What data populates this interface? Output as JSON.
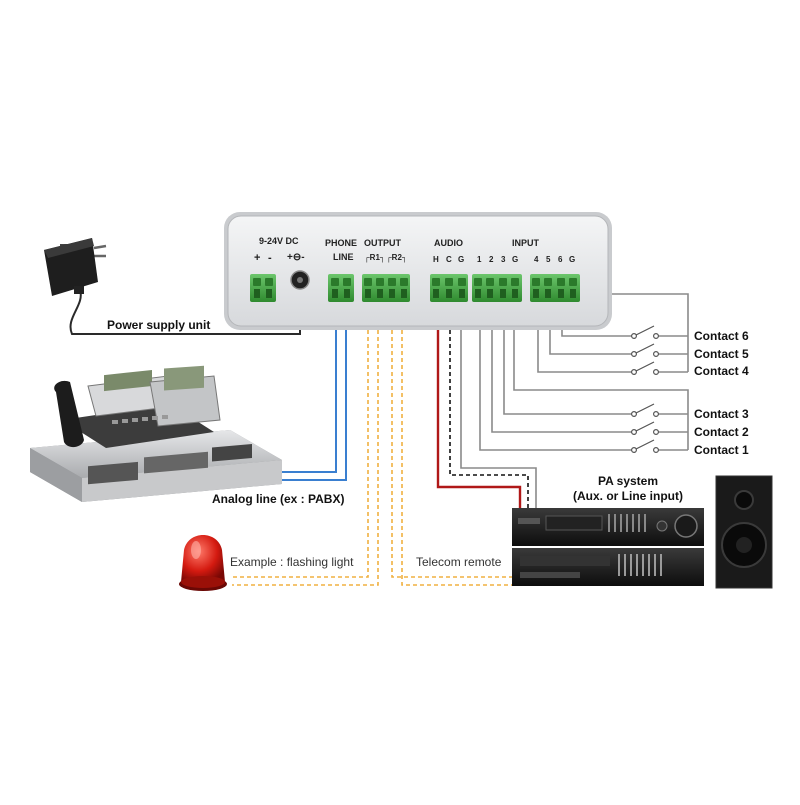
{
  "device": {
    "panel_labels": {
      "power": "9-24V DC",
      "power_plus": "+",
      "power_minus": "-",
      "jack": "+⊖-",
      "phone": "PHONE",
      "line": "LINE",
      "output": "OUTPUT",
      "r1": "┌R1┐",
      "r2": "┌R2┐",
      "audio": "AUDIO",
      "h": "H",
      "c": "C",
      "g1": "G",
      "input": "INPUT",
      "i1": "1",
      "i2": "2",
      "i3": "3",
      "g2": "G",
      "i4": "4",
      "i5": "5",
      "i6": "6",
      "g3": "G"
    }
  },
  "labels": {
    "power_supply": "Power supply unit",
    "analog_line": "Analog line (ex : PABX)",
    "flashing_light": "Example : flashing light",
    "telecom_remote": "Telecom remote",
    "pa_system": "PA system",
    "pa_input": "(Aux. or Line input)",
    "contact6": "Contact 6",
    "contact5": "Contact 5",
    "contact4": "Contact 4",
    "contact3": "Contact 3",
    "contact2": "Contact 2",
    "contact1": "Contact 1"
  },
  "colors": {
    "power_wire": "#2a2a2a",
    "phone_wire": "#3a7fd0",
    "output_wire": "#f0b040",
    "audio_h_wire": "#b01818",
    "audio_c_wire": "#111111",
    "input_wire": "#8a8a8a",
    "terminal_green": "#4cae4c"
  }
}
